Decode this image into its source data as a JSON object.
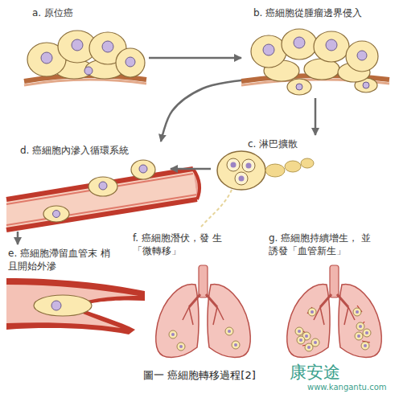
{
  "diagram": {
    "caption": "圖一 癌細胞轉移過程[2]",
    "nodes": [
      {
        "text": [
          "a. 原位癌"
        ]
      },
      {
        "text": [
          "b. 癌細胞從腫瘤邊界侵入"
        ]
      },
      {
        "text": [
          "c. 淋巴擴散"
        ]
      },
      {
        "text": [
          "d. 癌細胞內滲入循環系統"
        ]
      },
      {
        "text": [
          "e. 癌細胞滯留血管末 梢且開始外滲"
        ]
      },
      {
        "text": [
          "f. 癌細胞潛伏，發 生「微轉移」"
        ]
      },
      {
        "text": [
          "g. 癌細胞持續增生， 並誘發「血管新生」"
        ]
      }
    ],
    "edges": [
      {
        "from": 0,
        "to": 1,
        "arrow": "to"
      },
      {
        "from": 1,
        "to": 2,
        "arrow": "to"
      },
      {
        "from": 1,
        "to": 3,
        "arrow": "to"
      },
      {
        "from": 2,
        "to": 3,
        "arrow": "to"
      },
      {
        "from": 3,
        "to": 4,
        "arrow": "to"
      }
    ],
    "labels": [
      "康安途",
      "www.kangantu.com"
    ]
  }
}
